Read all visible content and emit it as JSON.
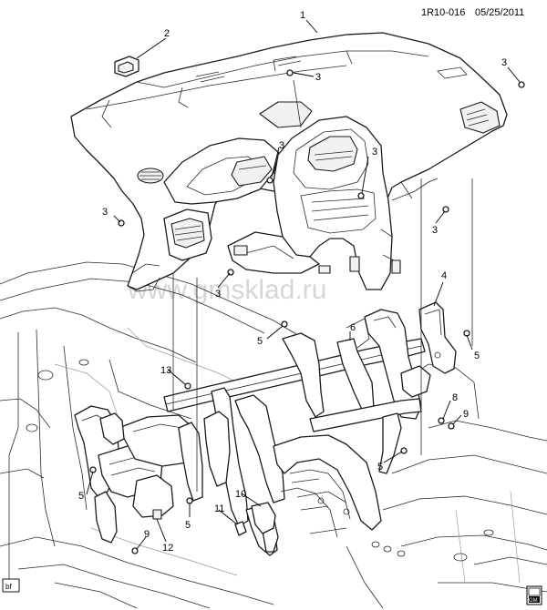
{
  "reference_code": "1R10-016",
  "date": "05/25/2011",
  "watermark": "www.gmsklad.ru",
  "corner_tag": "bf",
  "corner_badge": "GM",
  "callouts": {
    "c1": "1",
    "c2": "2",
    "c3a": "3",
    "c3b": "3",
    "c3c": "3",
    "c3d": "3",
    "c3e": "3",
    "c3f": "3",
    "c3g": "3",
    "c4": "4",
    "c5a": "5",
    "c5b": "5",
    "c5c": "5",
    "c5d": "5",
    "c5e": "5",
    "c6": "6",
    "c8": "8",
    "c9a": "9",
    "c9b": "9",
    "c10": "10",
    "c11": "11",
    "c12": "12",
    "c13": "13"
  }
}
